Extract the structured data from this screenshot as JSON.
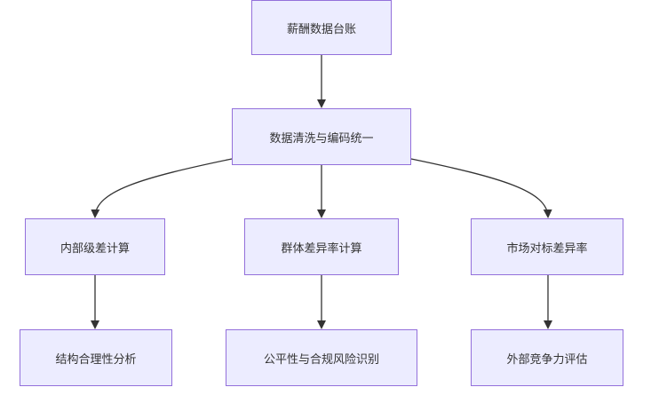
{
  "nodes": {
    "ledger": "薪酬数据台账",
    "clean": "数据清洗与编码统一",
    "internal": "内部级差计算",
    "group": "群体差异率计算",
    "market": "市场对标差异率",
    "structure": "结构合理性分析",
    "fairness": "公平性与合规风险识别",
    "compete": "外部竞争力评估"
  },
  "colors": {
    "node_fill": "#ececff",
    "node_border": "#9370db",
    "edge": "#333333",
    "text": "#333333"
  }
}
